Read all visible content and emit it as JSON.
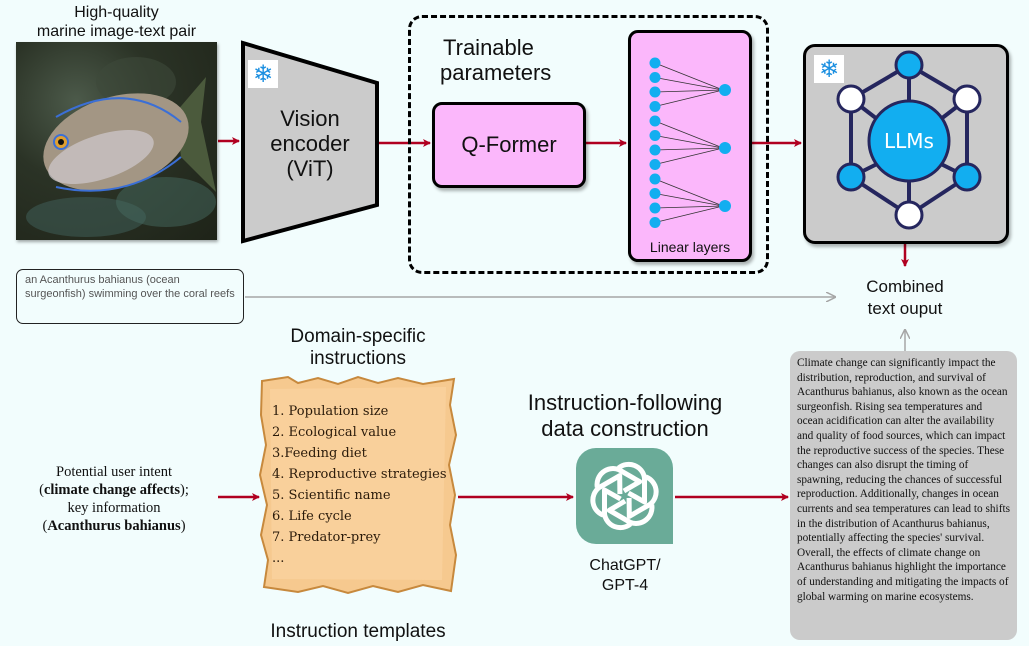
{
  "top_pipeline": {
    "image_caption_title": [
      "High-quality",
      "marine image-text pair"
    ],
    "vision_encoder": {
      "lines": [
        "Vision",
        "encoder",
        "(ViT)"
      ],
      "frozen_icon": "snowflake-icon"
    },
    "trainable": {
      "lines": [
        "Trainable",
        "parameters"
      ]
    },
    "qformer_label": "Q-Former",
    "linear_layers_label": "Linear layers",
    "llm": {
      "label": "LLMs",
      "frozen_icon": "snowflake-icon"
    },
    "combined_output": [
      "Combined",
      "text ouput"
    ]
  },
  "caption_text": "an Acanthurus bahianus (ocean surgeonfish) swimming over the coral reefs",
  "bottom_pipeline": {
    "user_intent": {
      "line1": "Potential user intent",
      "line2_open": "(",
      "line2_bold": "climate change affects",
      "line2_close": ");",
      "line3": "key information",
      "line4_open": "(",
      "line4_bold": "Acanthurus bahianus",
      "line4_close": ")"
    },
    "domain_instructions_title": [
      "Domain-specific",
      "instructions"
    ],
    "instruction_items": [
      "1. Population size",
      "2. Ecological value",
      "3.Feeding diet",
      "4. Reproductive strategies",
      "5. Scientific name",
      "6. Life cycle",
      "7. Predator-prey",
      "..."
    ],
    "instruction_templates_label": "Instruction templates",
    "construction_title": [
      "Instruction-following",
      "data construction"
    ],
    "gpt_label": [
      "ChatGPT/",
      "GPT-4"
    ],
    "answer_text": "Climate change can significantly impact the distribution, reproduction, and survival of Acanthurus bahianus, also known as the ocean surgeonfish. Rising sea temperatures and ocean acidification can alter the availability and quality of food sources, which can impact the reproductive success of the species. These changes can also disrupt the timing of spawning, reducing the chances of successful reproduction. Additionally, changes in ocean currents and sea temperatures can lead to shifts in the distribution of Acanthurus bahianus, potentially affecting the species' survival. Overall, the effects of climate change on Acanthurus bahianus highlight the importance of understanding and mitigating the impacts of global warming on marine ecosystems."
  },
  "colors": {
    "background": "#f2fdfd",
    "arrow_red": "#b00020",
    "arrow_gray": "#a6a6a6",
    "trainable_pink": "#fbb7fb",
    "frozen_gray": "#cbcbcb",
    "node_blue": "#12aef0",
    "gpt_green": "#6aab98",
    "scroll_tan": "#f6c98f"
  }
}
